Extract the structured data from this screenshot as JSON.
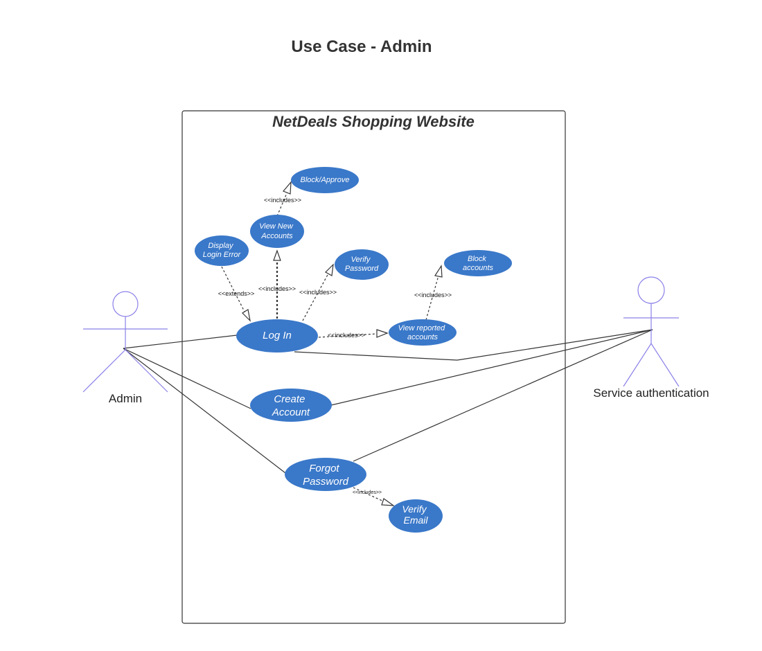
{
  "title": "Use Case - Admin",
  "system_name": "NetDeals Shopping Website",
  "actors": {
    "admin": "Admin",
    "service": "Service authentication"
  },
  "use_cases": {
    "block_approve": "Block/Approve",
    "view_new_accounts": [
      "View New",
      "Accounts"
    ],
    "display_login_error": [
      "Display",
      "Login Error"
    ],
    "verify_password": [
      "Verify",
      "Password"
    ],
    "block_accounts": [
      "Block",
      "accounts"
    ],
    "log_in": "Log In",
    "view_reported_accounts": [
      "View reported",
      "accounts"
    ],
    "create_account": [
      "Create",
      "Account"
    ],
    "forgot_password": [
      "Forgot",
      "Password"
    ],
    "verify_email": [
      "Verify",
      "Email"
    ]
  },
  "relations": {
    "includes": "<<includes>>",
    "extends": "<<extends>>"
  },
  "colors": {
    "use_case_fill": "#3a78c9",
    "actor_stroke": "#8a80e8",
    "line": "#333333"
  }
}
